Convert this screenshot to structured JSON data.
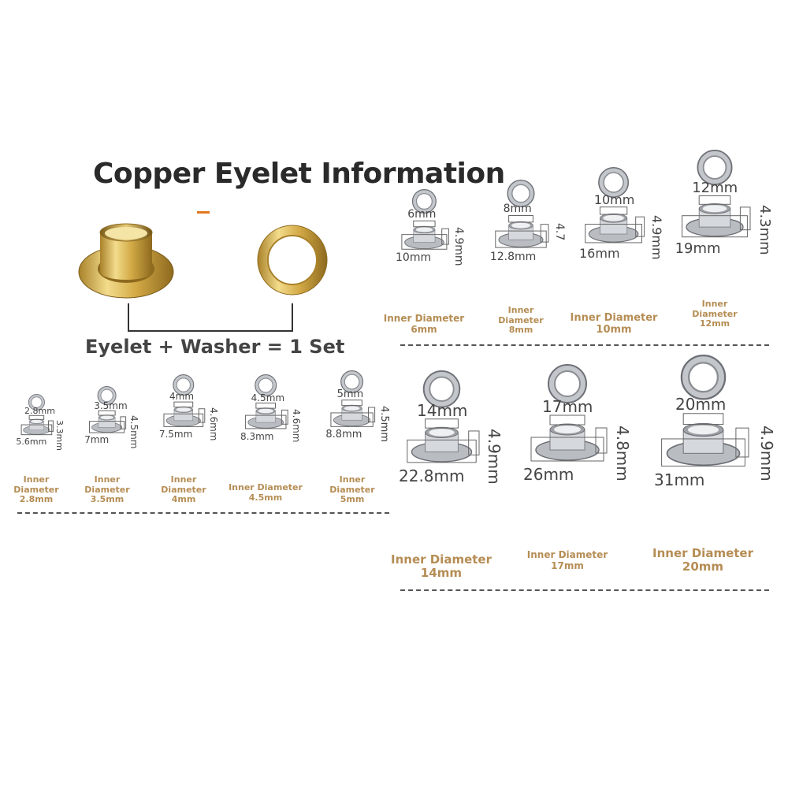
{
  "header": {
    "title": "Copper Eyelet Information",
    "set_label": "Eyelet + Washer = 1 Set"
  },
  "colors": {
    "brass": "#d8b24a",
    "steel": "#b9bcc1",
    "caption": "#b58d54",
    "dimension_text": "#444444"
  },
  "eyelets": [
    {
      "inner_top": "6mm",
      "height": "4.9mm",
      "outer": "10mm",
      "caption_1": "Inner Diameter",
      "caption_2": "6mm"
    },
    {
      "inner_top": "8mm",
      "height": "4.7",
      "outer": "12.8mm",
      "caption_1": "Inner",
      "caption_2": "Diameter",
      "caption_3": "8mm"
    },
    {
      "inner_top": "10mm",
      "height": "4.9mm",
      "outer": "16mm",
      "caption_1": "Inner Diameter",
      "caption_2": "10mm"
    },
    {
      "inner_top": "12mm",
      "height": "4.3mm",
      "outer": "19mm",
      "caption_1": "Inner",
      "caption_2": "Diameter",
      "caption_3": "12mm"
    },
    {
      "inner_top": "2.8mm",
      "height": "3.3mm",
      "outer": "5.6mm",
      "caption_1": "Inner",
      "caption_2": "Diameter",
      "caption_3": "2.8mm"
    },
    {
      "inner_top": "3.5mm",
      "height": "4.5mm",
      "outer": "7mm",
      "caption_1": "Inner",
      "caption_2": "Diameter",
      "caption_3": "3.5mm"
    },
    {
      "inner_top": "4mm",
      "height": "4.6mm",
      "outer": "7.5mm",
      "caption_1": "Inner",
      "caption_2": "Diameter",
      "caption_3": "4mm"
    },
    {
      "inner_top": "4.5mm",
      "height": "4.6mm",
      "outer": "8.3mm",
      "caption_1": "Inner Diameter",
      "caption_2": "4.5mm"
    },
    {
      "inner_top": "5mm",
      "height": "4.5mm",
      "outer": "8.8mm",
      "caption_1": "Inner",
      "caption_2": "Diameter",
      "caption_3": "5mm"
    },
    {
      "inner_top": "14mm",
      "height": "4.9mm",
      "outer": "22.8mm",
      "caption_1": "Inner Diameter",
      "caption_2": "14mm"
    },
    {
      "inner_top": "17mm",
      "height": "4.8mm",
      "outer": "26mm",
      "caption_1": "Inner Diameter",
      "caption_2": "17mm"
    },
    {
      "inner_top": "20mm",
      "height": "4.9mm",
      "outer": "31mm",
      "caption_1": "Inner Diameter",
      "caption_2": "20mm"
    }
  ]
}
